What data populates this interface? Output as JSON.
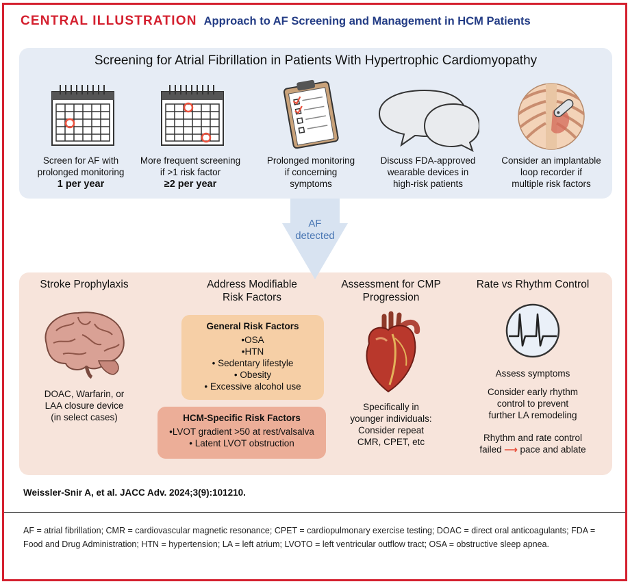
{
  "header": {
    "label": "CENTRAL ILLUSTRATION",
    "title": "Approach to AF Screening and Management in HCM Patients"
  },
  "screening": {
    "title": "Screening for Atrial Fibrillation in Patients With Hypertrophic Cardiomyopathy",
    "steps": [
      {
        "icon": "calendar-icon",
        "lines": [
          "Screen for AF with",
          "prolonged monitoring"
        ],
        "frequency": "1 per year"
      },
      {
        "icon": "calendar-icon",
        "lines": [
          "More frequent screening",
          "if >1 risk factor"
        ],
        "frequency": "≥2 per year"
      },
      {
        "icon": "clipboard-checklist-icon",
        "lines": [
          "Prolonged monitoring",
          "if concerning",
          "symptoms"
        ]
      },
      {
        "icon": "speech-bubbles-icon",
        "lines": [
          "Discuss FDA-approved",
          "wearable devices in",
          "high-risk patients"
        ]
      },
      {
        "icon": "loop-recorder-chest-icon",
        "lines": [
          "Consider an implantable",
          "loop recorder if",
          "multiple risk factors"
        ]
      }
    ]
  },
  "arrow": {
    "line1": "AF",
    "line2": "detected"
  },
  "management": {
    "stroke": {
      "title": "Stroke Prophylaxis",
      "icon": "brain-icon",
      "lines": [
        "DOAC, Warfarin, or",
        "LAA closure device",
        "(in select cases)"
      ]
    },
    "risk": {
      "title1": "Address Modifiable",
      "title2": "Risk Factors",
      "general": {
        "title": "General Risk Factors",
        "items": [
          "•OSA",
          "•HTN",
          "• Sedentary lifestyle",
          "• Obesity",
          "• Excessive alcohol use"
        ]
      },
      "hcm": {
        "title": "HCM-Specific Risk Factors",
        "items": [
          "•LVOT gradient >50 at rest/valsalva",
          "• Latent LVOT obstruction"
        ]
      }
    },
    "cmp": {
      "title1": "Assessment for CMP",
      "title2": "Progression",
      "icon": "heart-icon",
      "lines": [
        "Specifically in",
        "younger individuals:",
        "Consider repeat",
        "CMR, CPET, etc"
      ]
    },
    "rate": {
      "title": "Rate vs Rhythm Control",
      "icon": "ecg-monitor-icon",
      "assess": "Assess symptoms",
      "early": [
        "Consider early rhythm",
        "control to prevent",
        "further LA remodeling"
      ],
      "failed1": "Rhythm and rate control",
      "failed2a": "failed",
      "failed2b": "pace and ablate"
    }
  },
  "citation": "Weissler-Snir A, et al. JACC Adv. 2024;3(9):101210.",
  "abbreviations": "AF = atrial fibrillation; CMR = cardiovascular magnetic resonance; CPET = cardiopulmonary exercise testing; DOAC = direct oral anticoagulants; FDA = Food and Drug Administration; HTN = hypertension; LA = left atrium; LVOTO = left ventricular outflow tract; OSA = obstructive sleep apnea.",
  "colors": {
    "accent_red": "#d4202f",
    "title_blue": "#233c85",
    "top_panel": "#e6ecf5",
    "bottom_panel": "#f7e4db",
    "general_box": "#f6cfa6",
    "hcm_box": "#ecae98"
  }
}
